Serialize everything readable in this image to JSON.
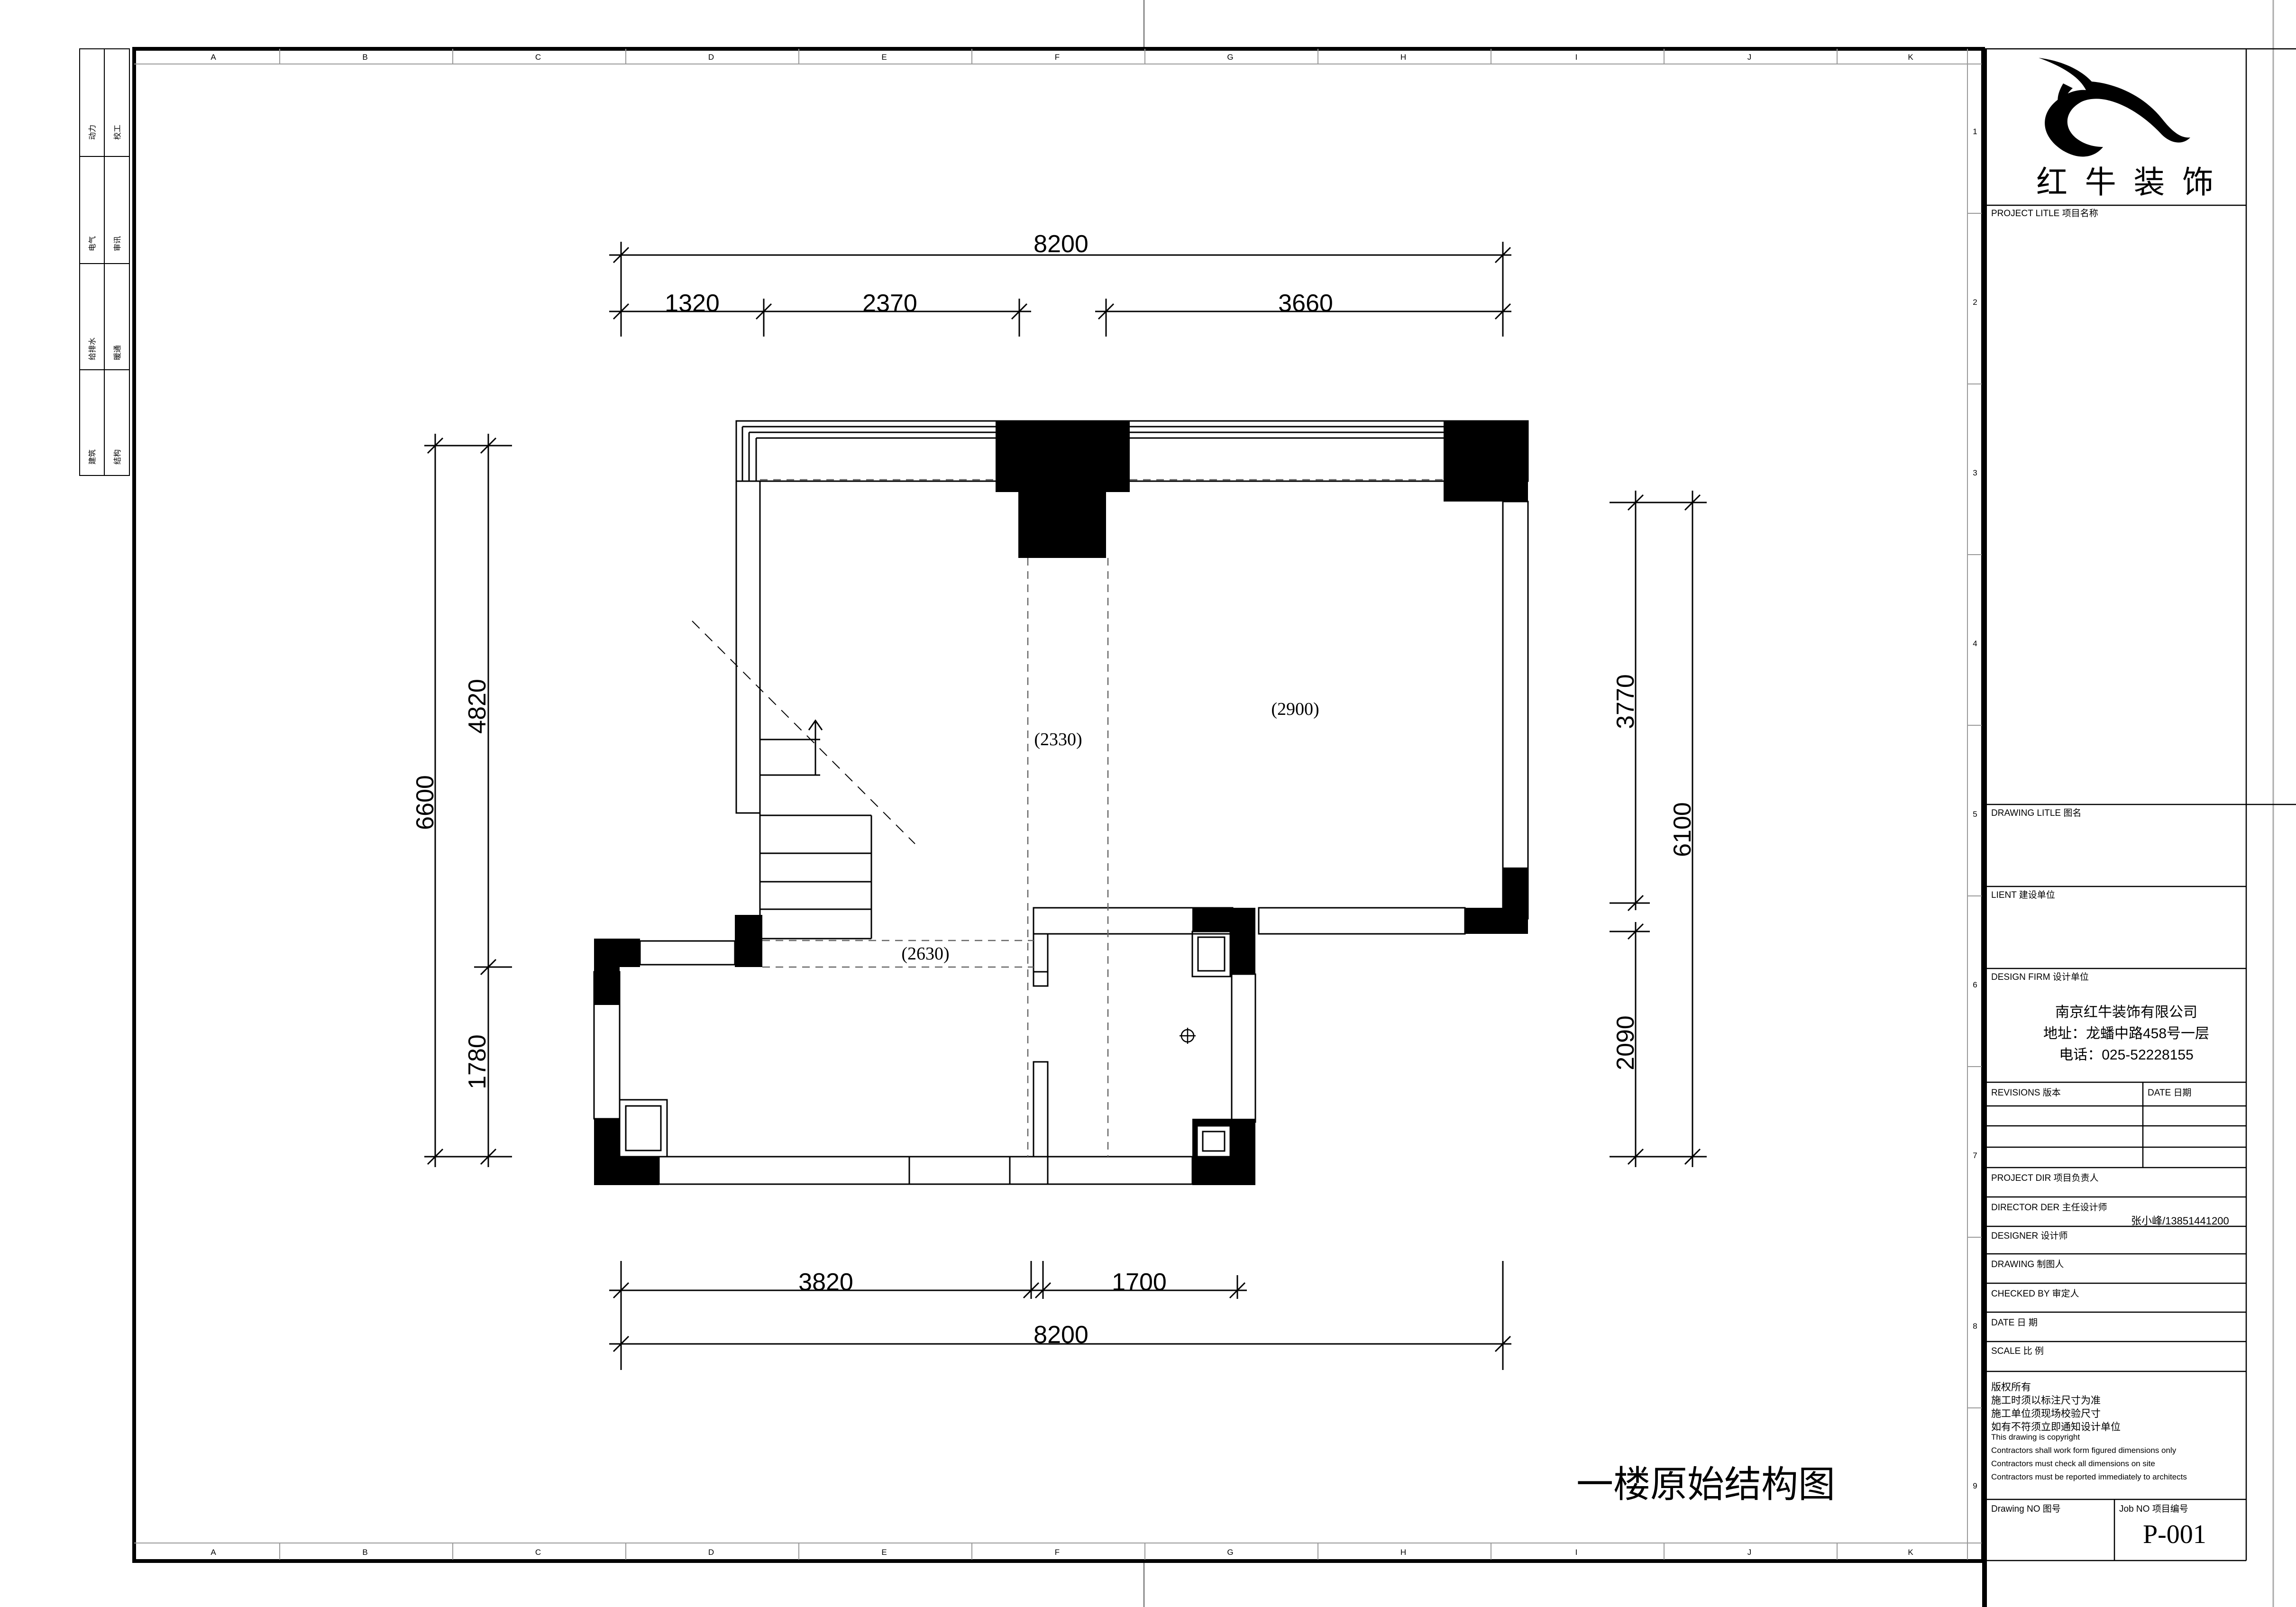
{
  "drawing": {
    "title": "一楼原始结构图",
    "grid_letters": [
      "A",
      "B",
      "C",
      "D",
      "E",
      "F",
      "G",
      "H",
      "I",
      "J",
      "K"
    ],
    "grid_numbers": [
      "1",
      "2",
      "3",
      "4",
      "5",
      "6",
      "7",
      "8",
      "9"
    ],
    "dims_top": {
      "overall": "8200",
      "seg1": "1320",
      "seg2": "2370",
      "seg3": "3660"
    },
    "dims_bottom": {
      "seg1": "3820",
      "seg2": "1700",
      "overall": "8200"
    },
    "dims_left": {
      "overall": "6600",
      "upper": "4820",
      "lower": "1780"
    },
    "dims_right": {
      "overall": "6100",
      "upper": "3770",
      "lower": "2090"
    },
    "beam_labels": {
      "b2330": "(2330)",
      "b2900": "(2900)",
      "b2630": "(2630)"
    }
  },
  "signoff": [
    "动力",
    "校工",
    "电气",
    "审讯",
    "给排水",
    "暖通",
    "建筑",
    "结构"
  ],
  "titleblock": {
    "brand": "红  牛  装  饰",
    "project_title": "PROJECT LITLE  项目名称",
    "drawing_title": "DRAWING LITLE  图名",
    "client": "LIENT  建设单位",
    "design_firm": "DESIGN FIRM  设计单位",
    "firm_name": "南京红牛装饰有限公司",
    "firm_address": "地址：龙蟠中路458号一层",
    "firm_phone": "电话：025-52228155",
    "revisions": "REVISIONS  版本",
    "date_header": "DATE  日期",
    "project_dir": "PROJECT DIR   项目负责人",
    "director": "DIRECTOR DER 主任设计师",
    "director_value": "张小峰/13851441200",
    "designer": "DESIGNER        设计师",
    "drawing": "DRAWING          制图人",
    "checked": "CHECKED BY     审定人",
    "date": "DATE              日   期",
    "scale": "SCALE             比   例",
    "notes": [
      "版权所有",
      "施工时须以标注尺寸为准",
      "施工单位须现场校验尺寸",
      "如有不符须立即通知设计单位",
      "This drawing is copyright",
      "Contractors shall work form figured dimensions only",
      "Contractors must check all dimensions on site",
      "Contractors must be reported immediately to architects"
    ],
    "drawing_no": "Drawing NO  图号",
    "job_no": "Job NO  项目编号",
    "job_no_value": "P-001"
  }
}
